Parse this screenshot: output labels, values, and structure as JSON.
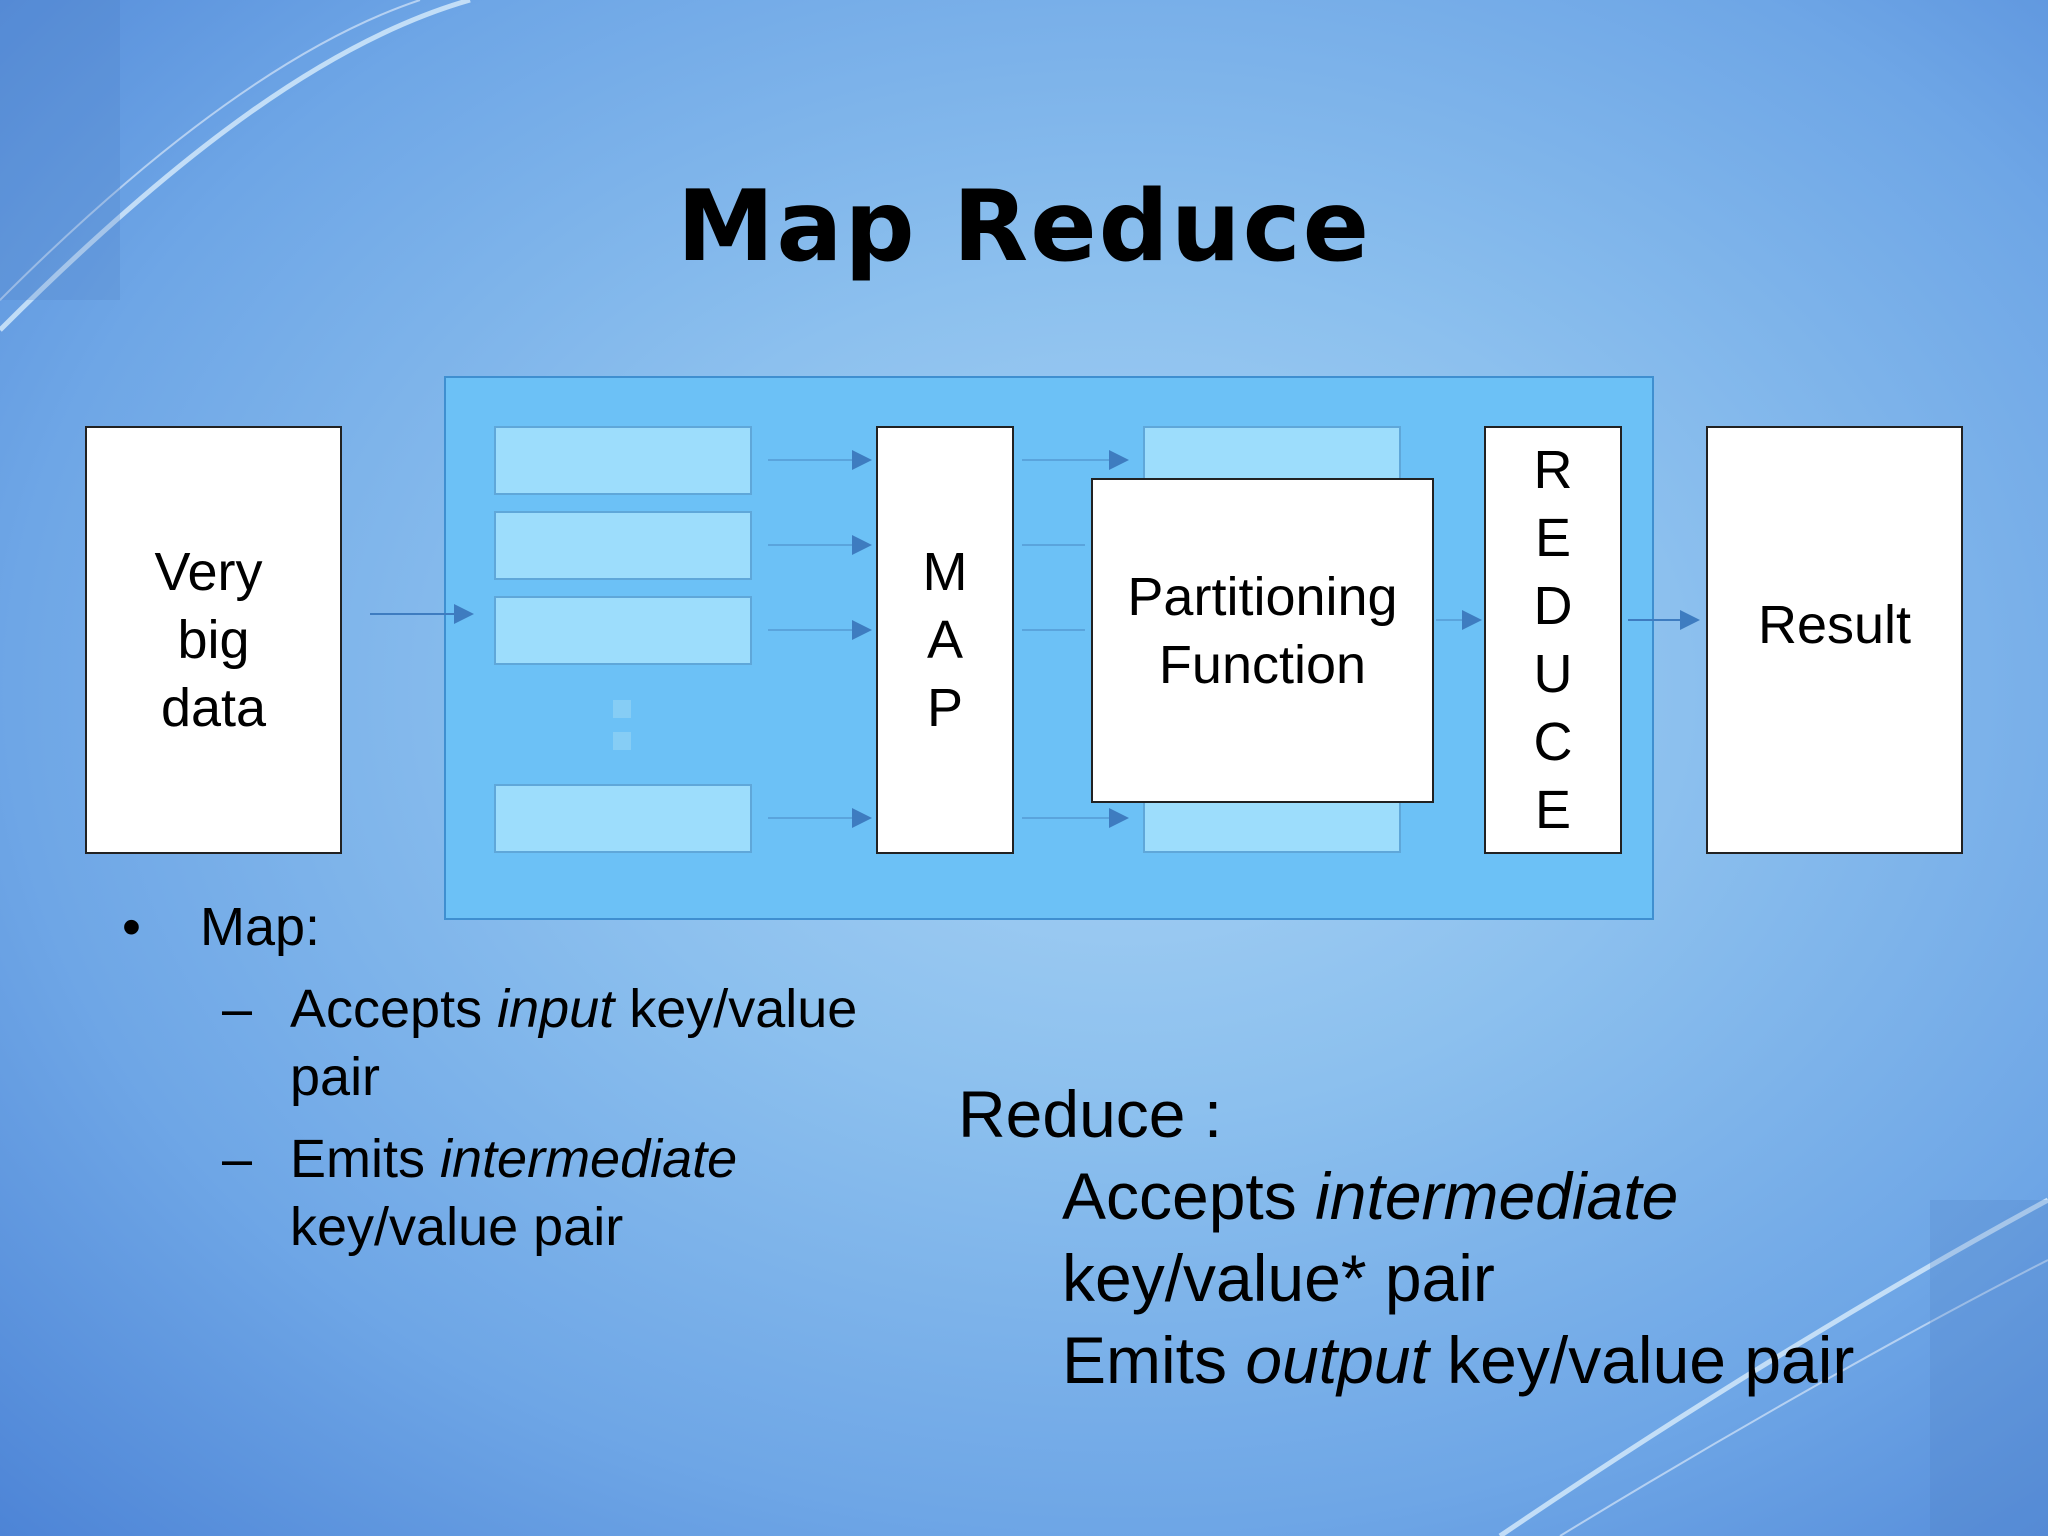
{
  "title": "Map Reduce",
  "diagram": {
    "input_box": [
      "Very",
      "big",
      "data"
    ],
    "map_box": [
      "M",
      "A",
      "P"
    ],
    "partition_box": [
      "Partitioning",
      "Function"
    ],
    "reduce_box": [
      "R",
      "E",
      "D",
      "U",
      "C",
      "E"
    ],
    "result_box": "Result"
  },
  "map_notes": {
    "bullet": "•",
    "heading": "Map:",
    "dash": "–",
    "item1_pre": "Accepts ",
    "item1_em": "input",
    "item1_post": " key/value",
    "item1_line2": "pair",
    "item2_pre": "Emits ",
    "item2_em": "intermediate",
    "item2_line2": "key/value pair"
  },
  "reduce_notes": {
    "heading": "Reduce :",
    "line1_pre": "Accepts ",
    "line1_em": "intermediate",
    "line2": "key/value* pair",
    "line3_pre": "Emits ",
    "line3_em": "output",
    "line3_post": " key/value pair"
  }
}
